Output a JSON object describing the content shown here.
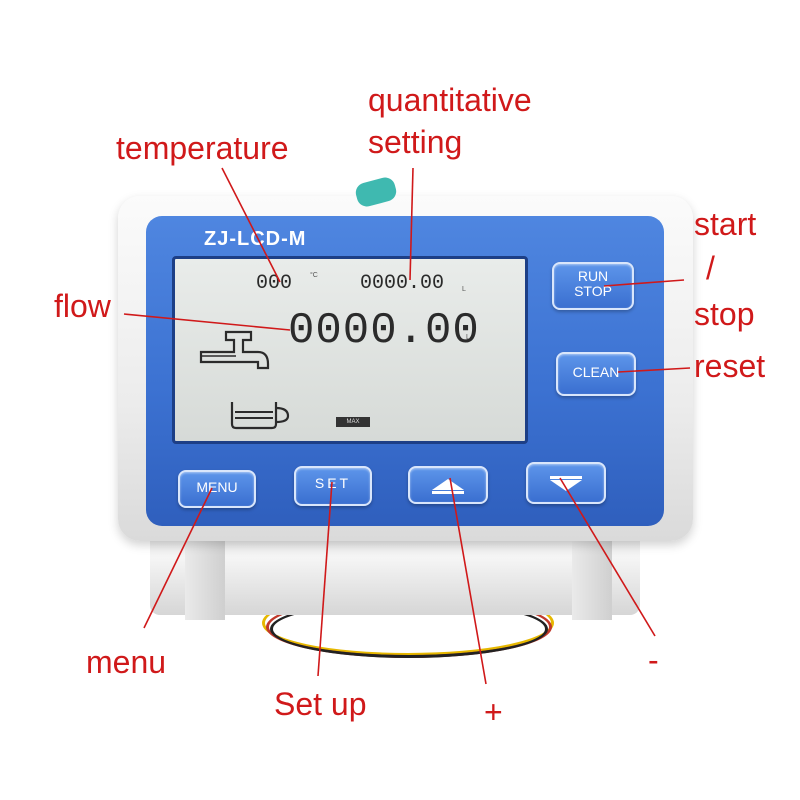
{
  "device": {
    "brand": "ZJ-LCD-M",
    "lcd": {
      "temperature_value": "000",
      "temperature_unit": "°C",
      "quantitative_value": "0000.00",
      "quantitative_unit": "L",
      "flow_value": "0000.00",
      "flow_unit": "L",
      "max_badge": "MAX"
    },
    "buttons": {
      "run_top": "RUN",
      "run_bottom": "STOP",
      "clean": "CLEAN",
      "menu": "MENU",
      "set": "SET"
    }
  },
  "callouts": {
    "temperature": "temperature",
    "quantitative_line1": "quantitative",
    "quantitative_line2": "setting",
    "flow": "flow",
    "start": "start",
    "slash": "/",
    "stop": "stop",
    "reset": "reset",
    "menu": "menu",
    "set_up": "Set up",
    "plus": "+",
    "minus": "-"
  },
  "colors": {
    "callout_text": "#d0191a",
    "face_blue": "#3c72d2"
  }
}
